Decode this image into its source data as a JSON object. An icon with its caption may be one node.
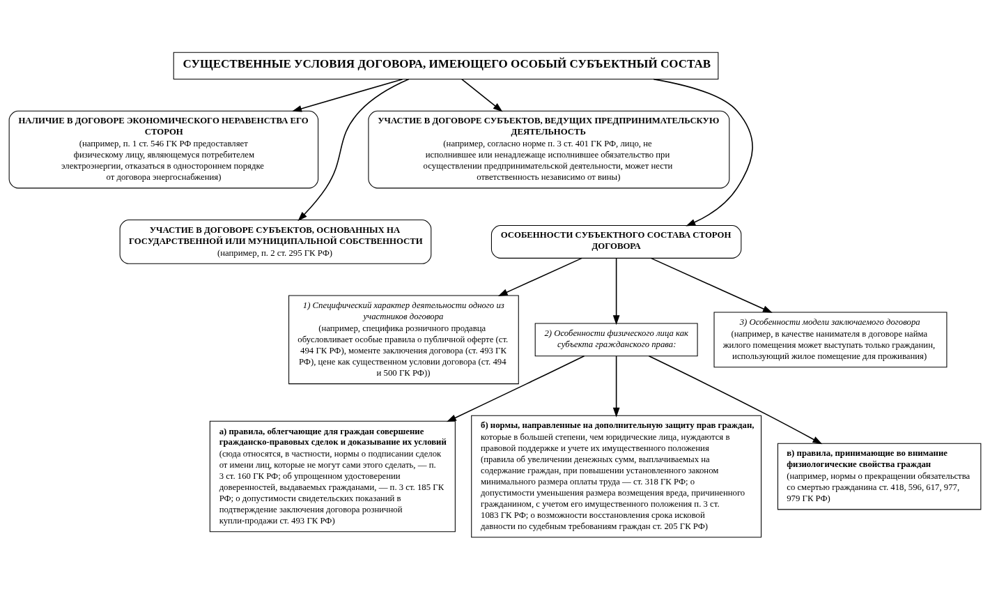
{
  "diagram": {
    "nodes": [
      {
        "text": [
          "СУЩЕСТВЕННЫЕ УСЛОВИЯ ДОГОВОРА, ИМЕЮЩЕГО ОСОБЫЙ СУБЪЕКТНЫЙ СОСТАВ"
        ]
      },
      {
        "text": [
          "НАЛИЧИЕ В ДОГОВОРЕ ЭКОНОМИЧЕСКОГО НЕРАВЕНСТВА ЕГО СТОРОН",
          "(например, п. 1 ст. 546 ГК РФ предоставляет физическому лицу, являющемуся потребителем электроэнергии, отказаться в одностороннем порядке от договора энергоснабжения)"
        ]
      },
      {
        "text": [
          "УЧАСТИЕ В ДОГОВОРЕ СУБЪЕКТОВ, ВЕДУЩИХ ПРЕДПРИНИМАТЕЛЬСКУЮ ДЕЯТЕЛЬНОСТЬ",
          "(например, согласно норме п. 3 ст. 401 ГК РФ, лицо, не исполнившее или ненадлежаще исполнившее обязательство при осуществлении предпринимательской деятельности, может нести ответственность независимо от вины)"
        ]
      },
      {
        "text": [
          "УЧАСТИЕ В ДОГОВОРЕ СУБЪЕКТОВ, ОСНОВАННЫХ НА ГОСУДАРСТВЕННОЙ ИЛИ МУНИЦИПАЛЬНОЙ СОБСТВЕННОСТИ",
          "(например, п. 2 ст. 295 ГК РФ)"
        ]
      },
      {
        "text": [
          "ОСОБЕННОСТИ СУБЪЕКТНОГО СОСТАВА СТОРОН ДОГОВОРА"
        ]
      },
      {
        "text": [
          "1) Специфический характер деятельности одного из участников договора",
          "(например, специфика розничного продавца обусловливает особые правила о публичной оферте (ст. 494 ГК РФ), моменте заключения договора (ст. 493 ГК РФ), цене как существенном условии договора (ст. 494 и 500 ГК РФ))"
        ]
      },
      {
        "text": [
          "2) Особенности физического лица как субъекта гражданского права:"
        ]
      },
      {
        "text": [
          "3) Особенности модели заключаемого договора",
          "(например, в качестве нанимателя в договоре найма жилого помещения может выступать только гражданин, использующий жилое помещение для проживания)"
        ]
      },
      {
        "text": [
          "а) правила, облегчающие для граждан совершение гражданско-правовых сделок и доказывание их условий",
          "(сюда относятся, в частности, нормы о подписании сделок от имени лиц, которые не могут сами этого сделать, — п. 3 ст. 160 ГК РФ; об упрощенном удостоверении доверенностей, выдаваемых гражданами, — п. 3 ст. 185 ГК РФ; о допустимости свидетельских показаний в подтверждение заключения договора розничной купли-продажи ст. 493 ГК РФ)"
        ]
      },
      {
        "text": [
          "б) нормы, направленные на дополнительную защиту прав граждан,",
          "которые в большей степени, чем юридические лица, нуждаются в правовой поддержке и учете их имущественного положения (правила об увеличении денежных сумм, выплачиваемых на содержание граждан, при повышении установленного законом минимального размера оплаты труда — ст. 318 ГК РФ; о допустимости уменьшения размера возмещения вреда, причиненного гражданином, с учетом его имущественного положения п. 3 ст. 1083 ГК РФ; о возможности восстановления срока исковой давности по судебным требованиям граждан ст. 205 ГК РФ)"
        ]
      },
      {
        "text": [
          "в) правила, принимающие во внимание физиологические свойства граждан",
          "(например, нормы о прекращении обязательства со смертью гражданина ст. 418, 596, 617, 977, 979 ГК РФ)"
        ]
      }
    ],
    "edges": [
      {
        "from": 0,
        "to": 1,
        "arrow": "to"
      },
      {
        "from": 0,
        "to": 2,
        "arrow": "to"
      },
      {
        "from": 0,
        "to": 3,
        "arrow": "to"
      },
      {
        "from": 0,
        "to": 4,
        "arrow": "to"
      },
      {
        "from": 4,
        "to": 5,
        "arrow": "to"
      },
      {
        "from": 4,
        "to": 6,
        "arrow": "to"
      },
      {
        "from": 4,
        "to": 7,
        "arrow": "to"
      },
      {
        "from": 6,
        "to": 8,
        "arrow": "to"
      },
      {
        "from": 6,
        "to": 9,
        "arrow": "to"
      },
      {
        "from": 6,
        "to": 10,
        "arrow": "to"
      }
    ]
  }
}
